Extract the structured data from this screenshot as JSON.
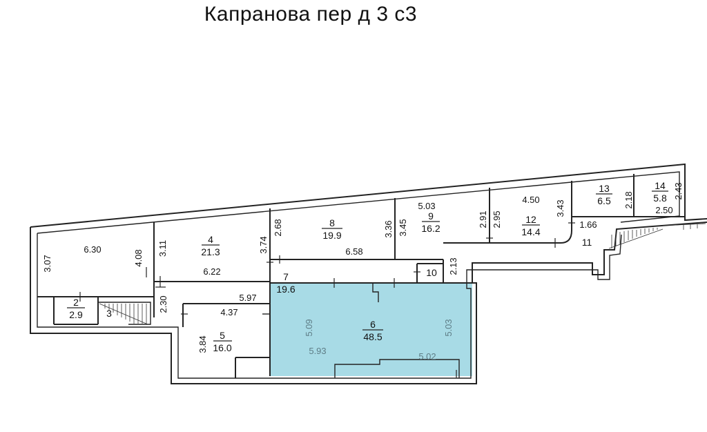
{
  "title": "Капранова пер д 3 с3",
  "highlight_color": "#a8dbe6",
  "rooms": [
    {
      "id": "2",
      "number": "2",
      "area": "2.9"
    },
    {
      "id": "3",
      "number": "3",
      "area": ""
    },
    {
      "id": "4",
      "number": "4",
      "area": "21.3"
    },
    {
      "id": "5",
      "number": "5",
      "area": "16.0"
    },
    {
      "id": "6",
      "number": "6",
      "area": "48.5",
      "highlighted": true
    },
    {
      "id": "7",
      "number": "7",
      "area": "19.6"
    },
    {
      "id": "8",
      "number": "8",
      "area": "19.9"
    },
    {
      "id": "9",
      "number": "9",
      "area": "16.2"
    },
    {
      "id": "10",
      "number": "10",
      "area": ""
    },
    {
      "id": "11",
      "number": "11",
      "area": ""
    },
    {
      "id": "12",
      "number": "12",
      "area": "14.4"
    },
    {
      "id": "13",
      "number": "13",
      "area": "6.5"
    },
    {
      "id": "14",
      "number": "14",
      "area": "5.8"
    }
  ],
  "dimensions": {
    "d_307": "3.07",
    "d_630": "6.30",
    "d_408": "4.08",
    "d_311": "3.11",
    "d_622": "6.22",
    "d_374": "3.74",
    "d_268": "2.68",
    "d_658": "6.58",
    "d_336": "3.36",
    "d_345": "3.45",
    "d_503a": "5.03",
    "d_291": "2.91",
    "d_295": "2.95",
    "d_450": "4.50",
    "d_343": "3.43",
    "d_218": "2.18",
    "d_243": "2.43",
    "d_250": "2.50",
    "d_166": "1.66",
    "d_213": "2.13",
    "d_597": "5.97",
    "d_230": "2.30",
    "d_437": "4.37",
    "d_384": "3.84",
    "d_509": "5.09",
    "d_593": "5.93",
    "d_503b": "5.03",
    "d_502": "5.02"
  }
}
